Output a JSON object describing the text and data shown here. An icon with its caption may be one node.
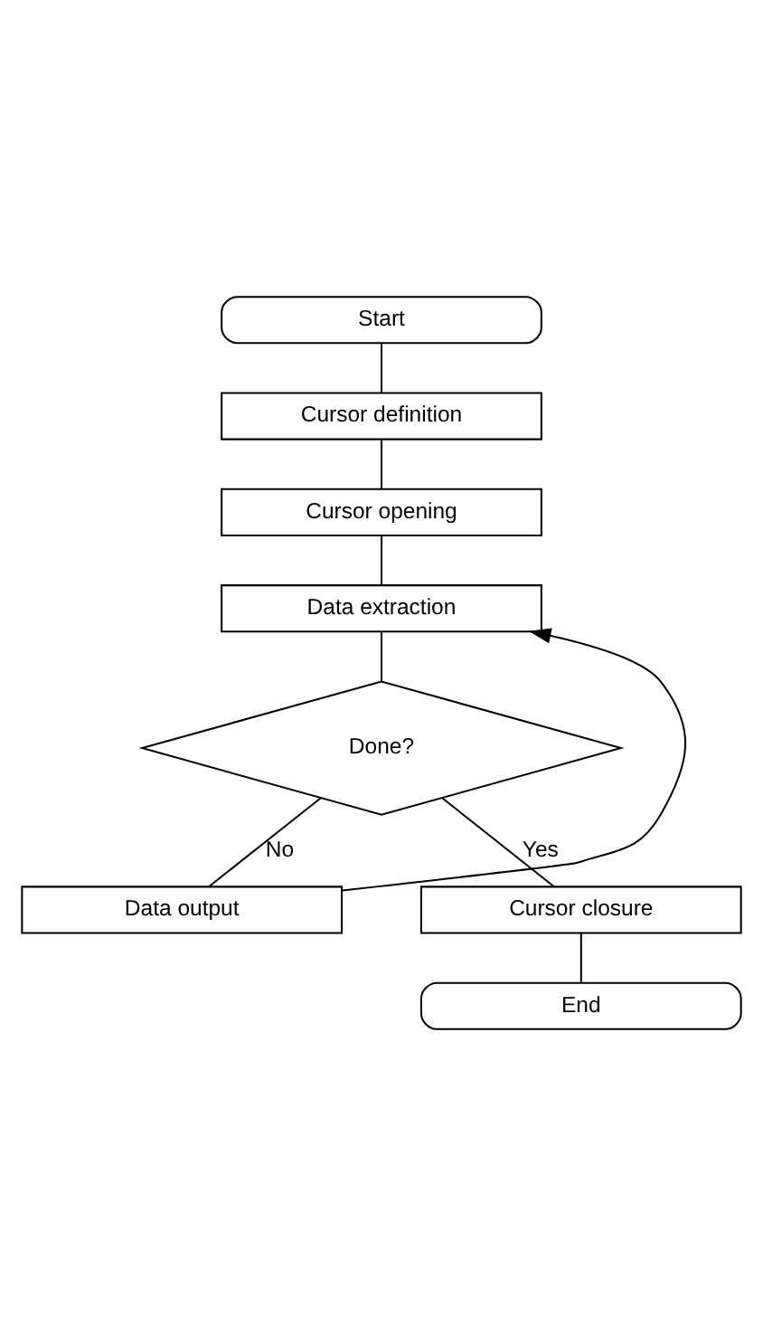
{
  "diagram": {
    "nodes": [
      {
        "text": [
          "Start"
        ]
      },
      {
        "text": [
          "Cursor definition"
        ]
      },
      {
        "text": [
          "Cursor opening"
        ]
      },
      {
        "text": [
          "Data extraction"
        ]
      },
      {
        "text": [
          "Done?"
        ]
      },
      {
        "text": [
          "Data output"
        ]
      },
      {
        "text": [
          "Cursor closure"
        ]
      },
      {
        "text": [
          "End"
        ]
      }
    ],
    "edges": [
      {
        "from": 0,
        "to": 1,
        "arrow": "none"
      },
      {
        "from": 1,
        "to": 2,
        "arrow": "none"
      },
      {
        "from": 2,
        "to": 3,
        "arrow": "none"
      },
      {
        "from": 3,
        "to": 4,
        "arrow": "none"
      },
      {
        "from": 4,
        "to": 5,
        "arrow": "none",
        "label": "No"
      },
      {
        "from": 5,
        "to": 3,
        "arrow": "to"
      },
      {
        "from": 4,
        "to": 6,
        "arrow": "none",
        "label": "Yes"
      },
      {
        "from": 6,
        "to": 7,
        "arrow": "none"
      }
    ]
  }
}
